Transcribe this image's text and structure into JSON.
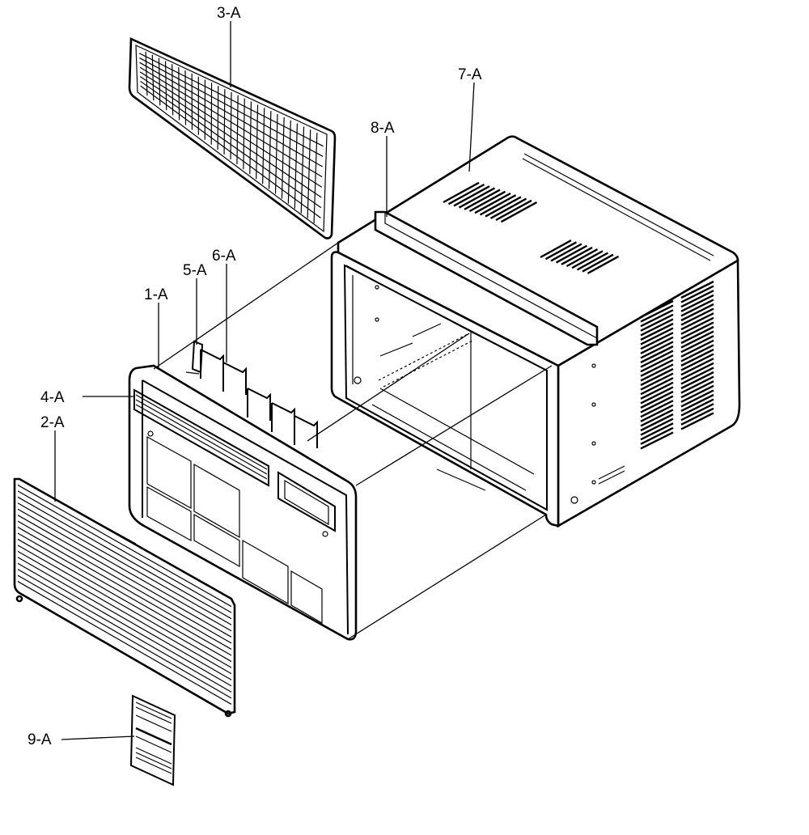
{
  "parts": [
    {
      "id": "part-3a",
      "label": "3-A"
    },
    {
      "id": "part-7a",
      "label": "7-A"
    },
    {
      "id": "part-8a",
      "label": "8-A"
    },
    {
      "id": "part-6a",
      "label": "6-A"
    },
    {
      "id": "part-5a",
      "label": "5-A"
    },
    {
      "id": "part-1a",
      "label": "1-A"
    },
    {
      "id": "part-4a",
      "label": "4-A"
    },
    {
      "id": "part-2a",
      "label": "2-A"
    },
    {
      "id": "part-9a",
      "label": "9-A"
    }
  ]
}
